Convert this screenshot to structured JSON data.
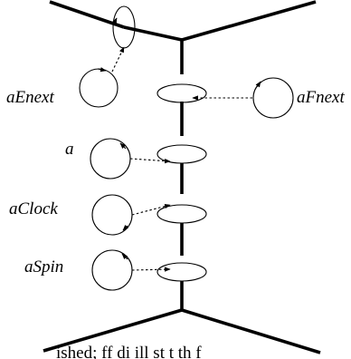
{
  "labels": {
    "aEnext": "aEnext",
    "aFnext": "aFnext",
    "a": "a",
    "aClock": "aClock",
    "aSpin": "aSpin"
  },
  "caption": "ished;   ff di       ill st   t   th f"
}
